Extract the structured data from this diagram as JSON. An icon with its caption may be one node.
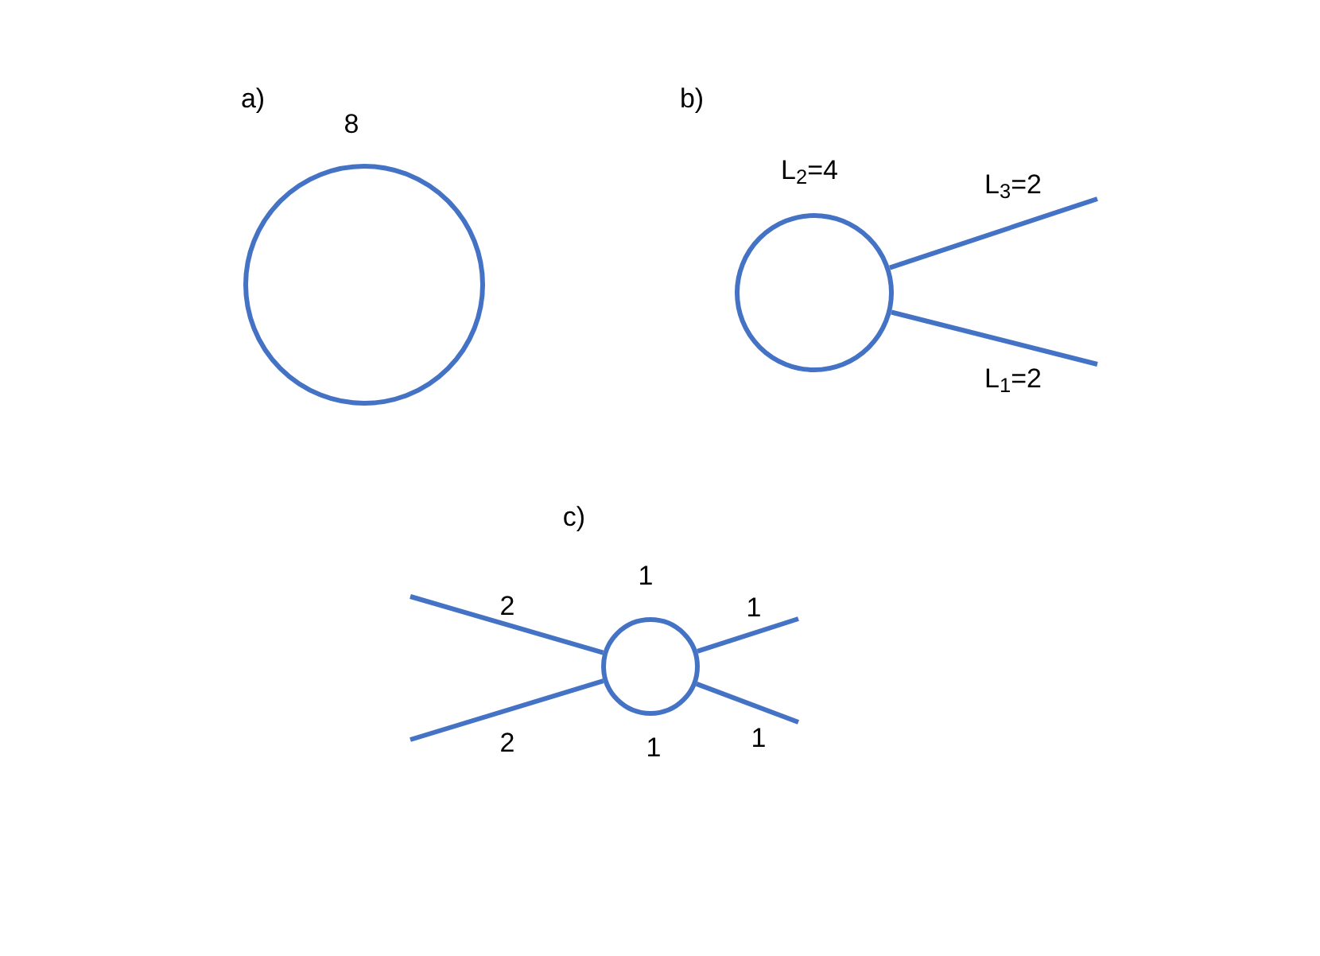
{
  "diagram": {
    "nodes": [
      {
        "text": [],
        "shape": "circle",
        "beside": [
          "8"
        ]
      },
      {
        "text": [],
        "shape": "circle",
        "beside": [
          "L$_{2}$=4"
        ]
      },
      {
        "text": [],
        "shape": "circle",
        "beside": [
          "1",
          "1"
        ]
      }
    ],
    "edges": [
      {
        "from": 1,
        "to": null,
        "arrow": "none",
        "label": "L$_{3}$=2"
      },
      {
        "from": 1,
        "to": null,
        "arrow": "none",
        "label": "L$_{1}$=2"
      },
      {
        "from": 2,
        "to": null,
        "arrow": "none",
        "label": "2"
      },
      {
        "from": 2,
        "to": null,
        "arrow": "none",
        "label": "2"
      },
      {
        "from": 2,
        "to": null,
        "arrow": "none",
        "label": "1"
      },
      {
        "from": 2,
        "to": null,
        "arrow": "none",
        "label": "1"
      }
    ],
    "labels": [
      "a)",
      "b)",
      "c)"
    ]
  }
}
